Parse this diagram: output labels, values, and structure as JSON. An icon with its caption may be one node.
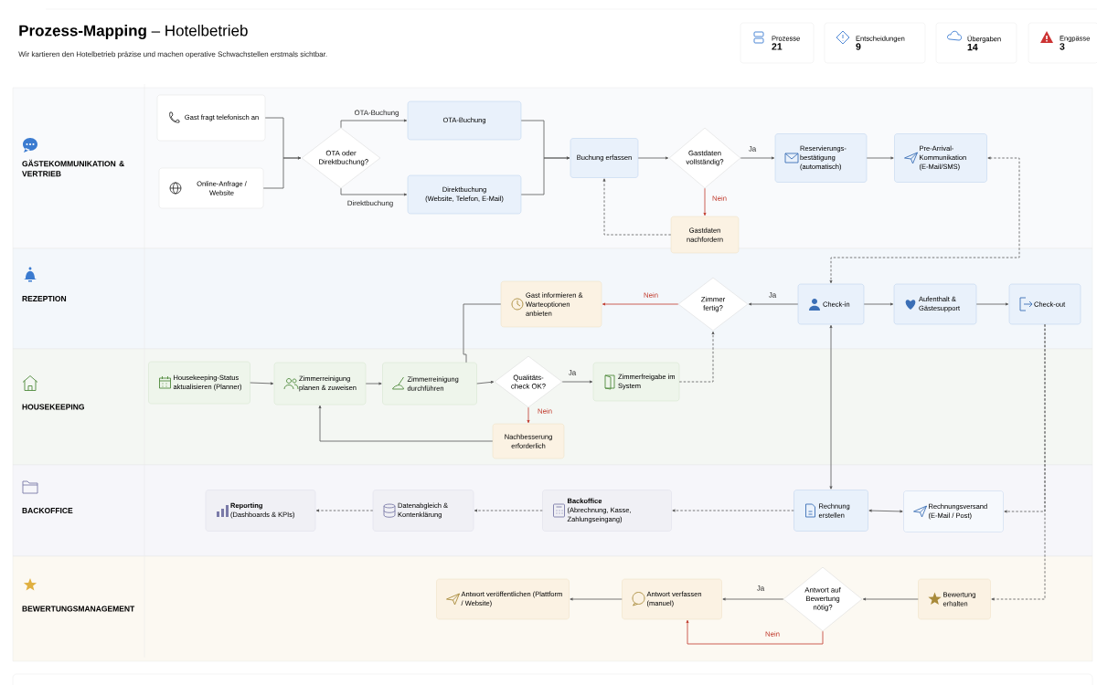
{
  "diagram": {
    "title": "**Prozess-Mapping** – Hotelbetrieb",
    "caption": "Wir kartieren den Hotelbetrieb präzise und machen operative Schwachstellen erstmals sichtbar.",
    "nodes": [
      {
        "text": [
          "Prozesse",
          "21"
        ]
      },
      {
        "text": [
          "Entscheidungen",
          "9"
        ]
      },
      {
        "text": [
          "Übergaben",
          "14"
        ]
      },
      {
        "text": [
          "Engpässe",
          "3"
        ]
      },
      {
        "text": [
          "GÄSTEKOMMUNIKATION & VERTRIEB"
        ]
      },
      {
        "text": [
          "REZEPTION"
        ]
      },
      {
        "text": [
          "HOUSEKEEPING"
        ]
      },
      {
        "text": [
          "BACKOFFICE"
        ]
      },
      {
        "text": [
          "BEWERTUNGSMANAGEMENT"
        ]
      },
      {
        "text": [
          "Gast fragt telefonisch an"
        ],
        "in": 4
      },
      {
        "text": [
          "Online-Anfrage / Website"
        ],
        "in": 4
      },
      {
        "text": [
          "OTA oder Direktbuchung?"
        ],
        "in": 4
      },
      {
        "text": [
          "OTA-Buchung"
        ],
        "in": 4
      },
      {
        "text": [
          "Direktbuchung",
          "(Website, Telefon, E-Mail)"
        ],
        "in": 4
      },
      {
        "text": [
          "Buchung erfassen"
        ],
        "in": 4
      },
      {
        "text": [
          "Gastdaten vollständig?"
        ],
        "in": 4
      },
      {
        "text": [
          "Reservierungs- bestätigung (automatisch)"
        ],
        "in": 4
      },
      {
        "text": [
          "Pre-Arrival-Kommunikation (E-Mail/SMS)"
        ],
        "in": 4
      },
      {
        "text": [
          "Gastdaten nachfordern"
        ],
        "in": 4
      },
      {
        "text": [
          "Gast informieren & Warteoptionen anbieten"
        ],
        "in": 5
      },
      {
        "text": [
          "Zimmer fertig?"
        ],
        "in": 5
      },
      {
        "text": [
          "Check-in"
        ],
        "in": 5
      },
      {
        "text": [
          "Aufenthalt & Gästesupport"
        ],
        "in": 5
      },
      {
        "text": [
          "Check-out"
        ],
        "in": 5
      },
      {
        "text": [
          "Housekeeping-Status aktualisieren (Planner)"
        ],
        "in": 6
      },
      {
        "text": [
          "Zimmerreinigung planen & zuweisen"
        ],
        "in": 6
      },
      {
        "text": [
          "Zimmerreinigung durchführen"
        ],
        "in": 6
      },
      {
        "text": [
          "Qualitäts- check OK?"
        ],
        "in": 6
      },
      {
        "text": [
          "Zimmerfreigabe im System"
        ],
        "in": 6
      },
      {
        "text": [
          "Nachbesserung erforderlich"
        ],
        "in": 6
      },
      {
        "text": [
          "Reporting",
          "(Dashboards & KPIs)"
        ],
        "in": 7
      },
      {
        "text": [
          "Datenabgleich & Kontenklärung"
        ],
        "in": 7
      },
      {
        "text": [
          "Backoffice",
          "(Abrechnung, Kasse, Zahlungseingang)"
        ],
        "in": 7
      },
      {
        "text": [
          "Rechnung erstellen"
        ],
        "in": 7
      },
      {
        "text": [
          "Rechnungsversand (E-Mail / Post)"
        ],
        "in": 7
      },
      {
        "text": [
          "Antwort veröffentlichen (Plattform / Website)"
        ],
        "in": 8
      },
      {
        "text": [
          "Antwort verfassen (manuel)"
        ],
        "in": 8
      },
      {
        "text": [
          "Antwort auf Bewertung nötig?"
        ],
        "in": 8
      },
      {
        "text": [
          "Bewertung erhalten"
        ],
        "in": 8
      }
    ],
    "edges": [
      {
        "from": 9,
        "to": 11,
        "arrow": "to"
      },
      {
        "from": 10,
        "to": 11,
        "arrow": "to"
      },
      {
        "from": 11,
        "to": 12,
        "arrow": "to",
        "label": "OTA-Buchung"
      },
      {
        "from": 11,
        "to": 13,
        "arrow": "to",
        "label": "Direktbuchung"
      },
      {
        "from": 12,
        "to": 14,
        "arrow": "to"
      },
      {
        "from": 13,
        "to": 14,
        "arrow": "to"
      },
      {
        "from": 14,
        "to": 15,
        "arrow": "to"
      },
      {
        "from": 15,
        "to": 16,
        "arrow": "to",
        "label": "Ja"
      },
      {
        "from": 16,
        "to": 17,
        "arrow": "to"
      },
      {
        "from": 15,
        "to": 18,
        "arrow": "to",
        "label": "Nein",
        "color": "#c0392b"
      },
      {
        "from": 18,
        "to": 14,
        "arrow": "to",
        "style": "dashed"
      },
      {
        "from": 17,
        "to": 21,
        "arrow": "both",
        "style": "dashed"
      },
      {
        "from": 21,
        "to": 20,
        "arrow": "to",
        "label": "Ja"
      },
      {
        "from": 20,
        "to": 19,
        "arrow": "to",
        "label": "Nein",
        "color": "#c0392b"
      },
      {
        "from": 19,
        "to": 26,
        "arrow": "none"
      },
      {
        "from": 21,
        "to": 22,
        "arrow": "to"
      },
      {
        "from": 22,
        "to": 23,
        "arrow": "to"
      },
      {
        "from": 24,
        "to": 25,
        "arrow": "to"
      },
      {
        "from": 25,
        "to": 26,
        "arrow": "to"
      },
      {
        "from": 26,
        "to": 27,
        "arrow": "to"
      },
      {
        "from": 27,
        "to": 28,
        "arrow": "to",
        "label": "Ja"
      },
      {
        "from": 27,
        "to": 29,
        "arrow": "to",
        "label": "Nein",
        "color": "#c0392b"
      },
      {
        "from": 29,
        "to": 25,
        "arrow": "to"
      },
      {
        "from": 28,
        "to": 20,
        "arrow": "to",
        "style": "dashed"
      },
      {
        "from": 21,
        "to": 33,
        "arrow": "both"
      },
      {
        "from": 23,
        "to": 34,
        "arrow": "to",
        "style": "dashed"
      },
      {
        "from": 23,
        "to": 38,
        "arrow": "to",
        "style": "dashed"
      },
      {
        "from": 33,
        "to": 34,
        "arrow": "both"
      },
      {
        "from": 33,
        "to": 32,
        "arrow": "to",
        "style": "dashed"
      },
      {
        "from": 32,
        "to": 31,
        "arrow": "to",
        "style": "dashed"
      },
      {
        "from": 31,
        "to": 30,
        "arrow": "to",
        "style": "dashed"
      },
      {
        "from": 38,
        "to": 37,
        "arrow": "to"
      },
      {
        "from": 37,
        "to": 36,
        "arrow": "to",
        "label": "Ja"
      },
      {
        "from": 37,
        "to": 36,
        "arrow": "to",
        "label": "Nein",
        "color": "#c0392b"
      },
      {
        "from": 36,
        "to": 35,
        "arrow": "to"
      }
    ]
  }
}
